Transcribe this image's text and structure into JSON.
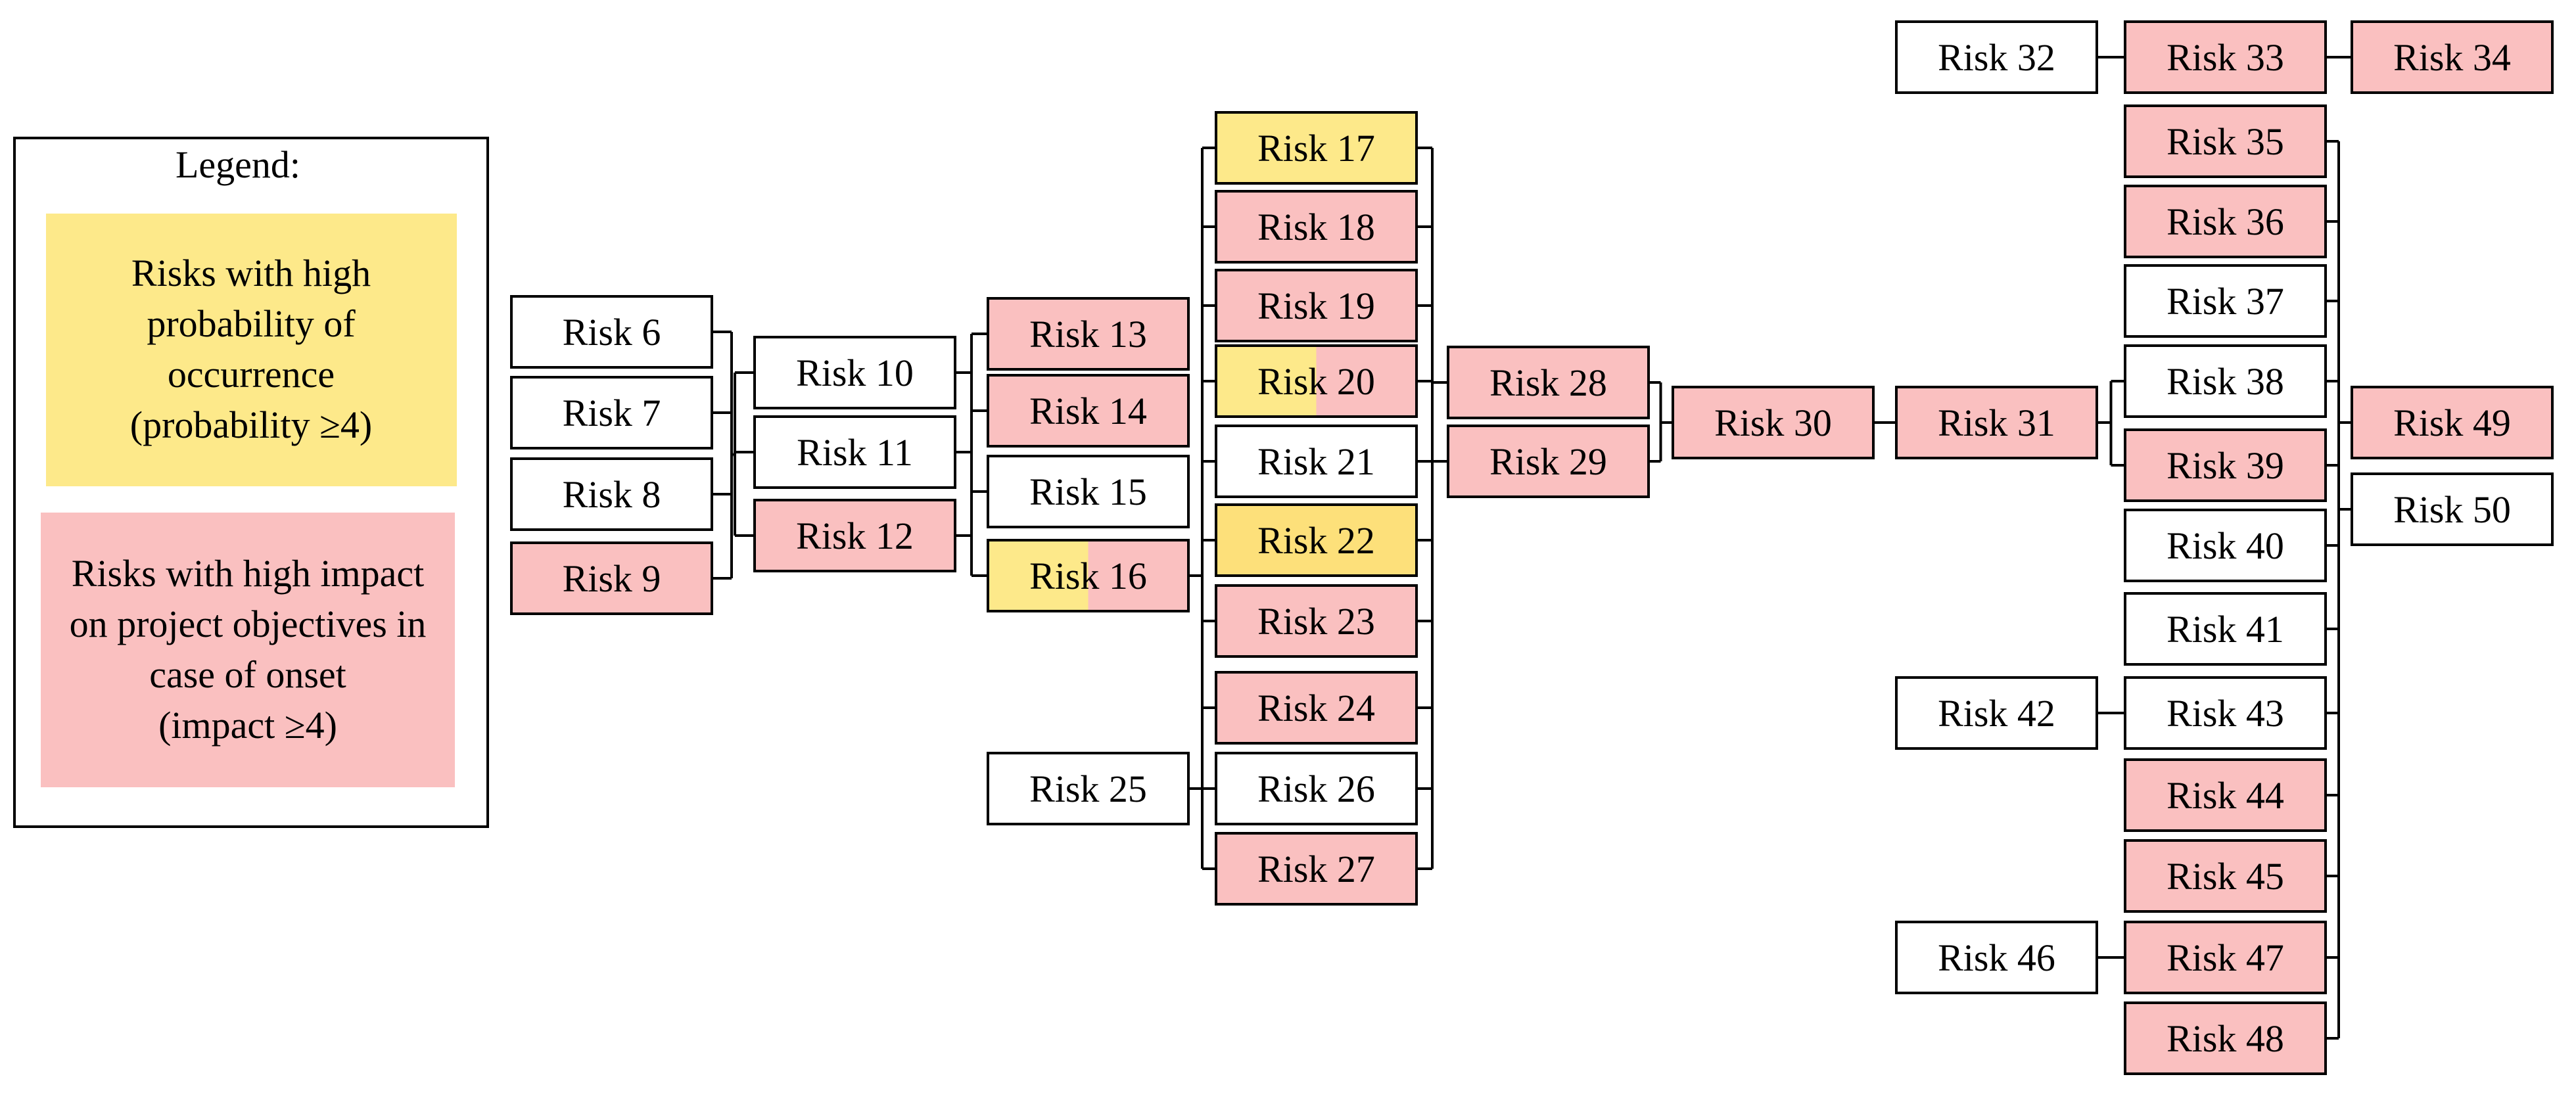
{
  "legend": {
    "title": "Legend:",
    "high_probability": {
      "lines": [
        "Risks with high",
        "probability of",
        "occurrence",
        "(probability ≥4)"
      ],
      "color": "#fde98a"
    },
    "high_impact": {
      "lines": [
        "Risks with high impact",
        "on project objectives in",
        "case of onset",
        "(impact ≥4)"
      ],
      "color": "#fac0c0"
    }
  },
  "colors": {
    "none": "#ffffff",
    "probability": "#fde98a",
    "impact": "#fac0c0",
    "both": "#fde07a",
    "border": "#000000"
  },
  "nodes": [
    {
      "id": "r6",
      "label": "Risk 6",
      "fill": "none"
    },
    {
      "id": "r7",
      "label": "Risk 7",
      "fill": "none"
    },
    {
      "id": "r8",
      "label": "Risk 8",
      "fill": "none"
    },
    {
      "id": "r9",
      "label": "Risk 9",
      "fill": "impact"
    },
    {
      "id": "r10",
      "label": "Risk 10",
      "fill": "none"
    },
    {
      "id": "r11",
      "label": "Risk 11",
      "fill": "none"
    },
    {
      "id": "r12",
      "label": "Risk 12",
      "fill": "impact"
    },
    {
      "id": "r13",
      "label": "Risk 13",
      "fill": "impact"
    },
    {
      "id": "r14",
      "label": "Risk 14",
      "fill": "impact"
    },
    {
      "id": "r15",
      "label": "Risk 15",
      "fill": "none"
    },
    {
      "id": "r16",
      "label": "Risk 16",
      "fill": "split"
    },
    {
      "id": "r17",
      "label": "Risk 17",
      "fill": "probability"
    },
    {
      "id": "r18",
      "label": "Risk 18",
      "fill": "impact"
    },
    {
      "id": "r19",
      "label": "Risk 19",
      "fill": "impact"
    },
    {
      "id": "r20",
      "label": "Risk 20",
      "fill": "split"
    },
    {
      "id": "r21",
      "label": "Risk 21",
      "fill": "none"
    },
    {
      "id": "r22",
      "label": "Risk 22",
      "fill": "both"
    },
    {
      "id": "r23",
      "label": "Risk 23",
      "fill": "impact"
    },
    {
      "id": "r24",
      "label": "Risk 24",
      "fill": "impact"
    },
    {
      "id": "r25",
      "label": "Risk 25",
      "fill": "none"
    },
    {
      "id": "r26",
      "label": "Risk 26",
      "fill": "none"
    },
    {
      "id": "r27",
      "label": "Risk 27",
      "fill": "impact"
    },
    {
      "id": "r28",
      "label": "Risk 28",
      "fill": "impact"
    },
    {
      "id": "r29",
      "label": "Risk 29",
      "fill": "impact"
    },
    {
      "id": "r30",
      "label": "Risk 30",
      "fill": "impact"
    },
    {
      "id": "r31",
      "label": "Risk 31",
      "fill": "impact"
    },
    {
      "id": "r32",
      "label": "Risk 32",
      "fill": "none"
    },
    {
      "id": "r33",
      "label": "Risk 33",
      "fill": "impact"
    },
    {
      "id": "r34",
      "label": "Risk 34",
      "fill": "impact"
    },
    {
      "id": "r35",
      "label": "Risk 35",
      "fill": "impact"
    },
    {
      "id": "r36",
      "label": "Risk 36",
      "fill": "impact"
    },
    {
      "id": "r37",
      "label": "Risk 37",
      "fill": "none"
    },
    {
      "id": "r38",
      "label": "Risk 38",
      "fill": "none"
    },
    {
      "id": "r39",
      "label": "Risk 39",
      "fill": "impact"
    },
    {
      "id": "r40",
      "label": "Risk 40",
      "fill": "none"
    },
    {
      "id": "r41",
      "label": "Risk 41",
      "fill": "none"
    },
    {
      "id": "r42",
      "label": "Risk 42",
      "fill": "none"
    },
    {
      "id": "r43",
      "label": "Risk 43",
      "fill": "none"
    },
    {
      "id": "r44",
      "label": "Risk 44",
      "fill": "impact"
    },
    {
      "id": "r45",
      "label": "Risk 45",
      "fill": "impact"
    },
    {
      "id": "r46",
      "label": "Risk 46",
      "fill": "none"
    },
    {
      "id": "r47",
      "label": "Risk 47",
      "fill": "impact"
    },
    {
      "id": "r48",
      "label": "Risk 48",
      "fill": "impact"
    },
    {
      "id": "r49",
      "label": "Risk 49",
      "fill": "impact"
    },
    {
      "id": "r50",
      "label": "Risk 50",
      "fill": "none"
    }
  ],
  "links": [
    {
      "from": [
        "r6",
        "r7",
        "r8",
        "r9"
      ],
      "to": [
        "r10",
        "r11",
        "r12"
      ]
    },
    {
      "from": [
        "r10",
        "r11",
        "r12"
      ],
      "to": [
        "r13",
        "r14",
        "r15",
        "r16"
      ]
    },
    {
      "from": [
        "r25"
      ],
      "to": [
        "r26"
      ]
    },
    {
      "from": [
        "r16"
      ],
      "to": [
        "r17",
        "r18",
        "r19",
        "r20",
        "r21",
        "r22",
        "r23",
        "r24",
        "r26",
        "r27"
      ]
    },
    {
      "from": [
        "r17",
        "r18",
        "r19",
        "r20",
        "r21",
        "r22",
        "r23",
        "r24",
        "r26",
        "r27"
      ],
      "to": [
        "r28",
        "r29"
      ]
    },
    {
      "from": [
        "r28",
        "r29"
      ],
      "to": [
        "r30"
      ]
    },
    {
      "from": [
        "r30"
      ],
      "to": [
        "r31"
      ]
    },
    {
      "from": [
        "r31"
      ],
      "to": [
        "r38",
        "r39"
      ]
    },
    {
      "from": [
        "r32"
      ],
      "to": [
        "r33"
      ]
    },
    {
      "from": [
        "r33"
      ],
      "to": [
        "r34"
      ]
    },
    {
      "from": [
        "r42"
      ],
      "to": [
        "r43"
      ]
    },
    {
      "from": [
        "r46"
      ],
      "to": [
        "r47"
      ]
    },
    {
      "from": [
        "r35",
        "r36",
        "r37",
        "r38",
        "r39",
        "r40",
        "r41",
        "r43",
        "r44",
        "r45",
        "r47",
        "r48"
      ],
      "to": [
        "r49",
        "r50"
      ]
    }
  ]
}
